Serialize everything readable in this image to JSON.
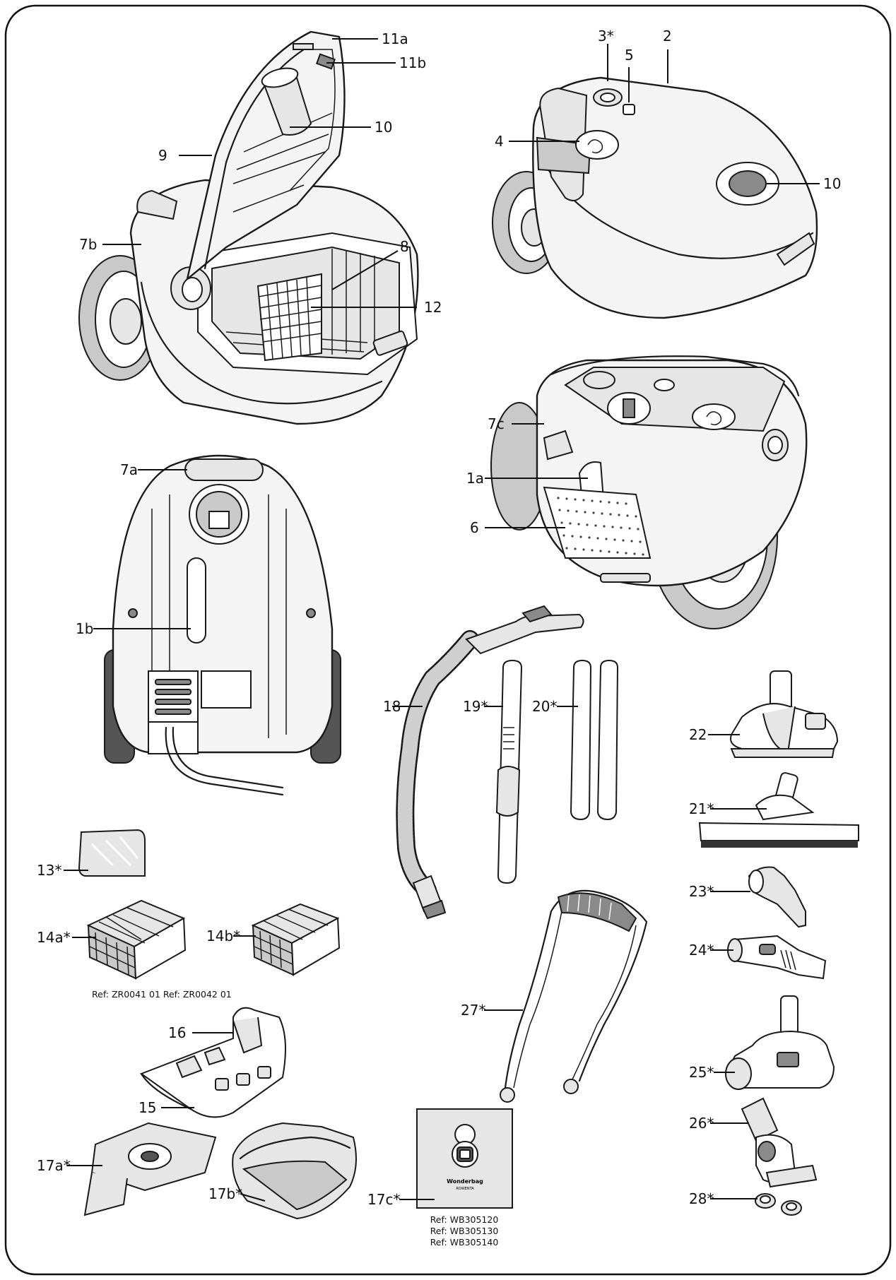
{
  "labels": {
    "l11a": "11a",
    "l11b": "11b",
    "l10a": "10",
    "l9": "9",
    "l7b": "7b",
    "l8": "8",
    "l12": "12",
    "l3": "3*",
    "l5": "5",
    "l2": "2",
    "l4": "4",
    "l10b": "10",
    "l7c": "7c",
    "l1a": "1a",
    "l6": "6",
    "l7a": "7a",
    "l1b": "1b",
    "l18": "18",
    "l19": "19*",
    "l20": "20*",
    "l22": "22",
    "l21": "21*",
    "l23": "23*",
    "l24": "24*",
    "l25": "25*",
    "l26": "26*",
    "l28": "28*",
    "l13": "13*",
    "l14a": "14a*",
    "l14b": "14b*",
    "l16": "16",
    "l15": "15",
    "l27": "27*",
    "l17a": "17a*",
    "l17b": "17b*",
    "l17c": "17c*"
  },
  "refs": {
    "filters": "Ref: ZR0041 01 Ref: ZR0042 01",
    "bag1": "Ref: WB305120",
    "bag2": "Ref: WB305130",
    "bag3": "Ref: WB305140"
  },
  "bag_print": {
    "line1": "Wonderbag",
    "line2": "ROWENTA"
  },
  "colors": {
    "line": "#1a1a1a",
    "body_fill": "#f4f4f4",
    "accent_grey": "#8a8a8a"
  }
}
